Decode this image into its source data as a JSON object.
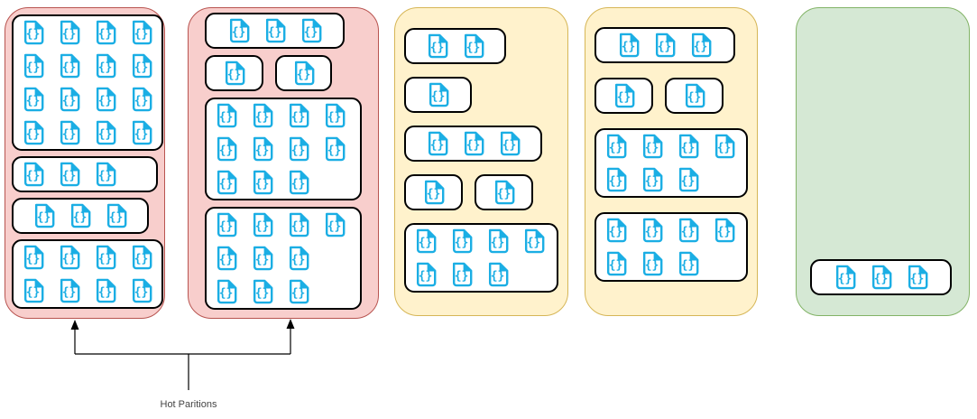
{
  "annotation": {
    "label": "Hot Paritions"
  },
  "icon": {
    "name": "json-document-icon",
    "glyph": "{}"
  },
  "colors": {
    "background": "#ffffff",
    "pink_fill": "#F8CECC",
    "pink_stroke": "#B85450",
    "yellow_fill": "#FFF2CC",
    "yellow_stroke": "#D6B656",
    "green_fill": "#D5E8D4",
    "green_stroke": "#82B366",
    "box_stroke": "#000000",
    "icon": "#1BAEE4",
    "line": "#000000",
    "label": "#444444"
  },
  "partitions": [
    {
      "name": "partition-1",
      "theme": "pink",
      "hot": true,
      "rows": [
        {
          "boxes": [
            {
              "icon_rows": [
                4,
                4,
                4,
                4
              ]
            }
          ]
        },
        {
          "boxes": [
            {
              "icon_rows": [
                3
              ]
            }
          ]
        },
        {
          "boxes": [
            {
              "icon_rows": [
                3
              ],
              "w": 152
            }
          ]
        },
        {
          "boxes": [
            {
              "icon_rows": [
                4,
                4
              ]
            }
          ]
        }
      ]
    },
    {
      "name": "partition-2",
      "theme": "pink",
      "hot": true,
      "rows": [
        {
          "boxes": [
            {
              "icon_rows": [
                3
              ],
              "w": 155
            }
          ]
        },
        {
          "boxes": [
            {
              "icon_rows": [
                1
              ],
              "w": 65
            },
            {
              "icon_rows": [
                1
              ],
              "w": 63
            }
          ]
        },
        {
          "boxes": [
            {
              "icon_rows": [
                4,
                4,
                3
              ]
            }
          ]
        },
        {
          "boxes": [
            {
              "icon_rows": [
                4,
                3,
                3
              ]
            }
          ]
        }
      ]
    },
    {
      "name": "partition-3",
      "theme": "yellow",
      "hot": false,
      "rows": [
        {
          "boxes": [
            {
              "icon_rows": [
                2
              ],
              "w": 113
            }
          ]
        },
        {
          "boxes": [
            {
              "icon_rows": [
                1
              ],
              "w": 75
            }
          ]
        },
        {
          "boxes": [
            {
              "icon_rows": [
                3
              ],
              "w": 153
            }
          ]
        },
        {
          "boxes": [
            {
              "icon_rows": [
                1
              ],
              "w": 65
            },
            {
              "icon_rows": [
                1
              ],
              "w": 65
            }
          ]
        },
        {
          "boxes": [
            {
              "icon_rows": [
                4,
                3
              ]
            }
          ]
        }
      ]
    },
    {
      "name": "partition-4",
      "theme": "yellow",
      "hot": false,
      "rows": [
        {
          "boxes": [
            {
              "icon_rows": [
                3
              ],
              "w": 156
            }
          ]
        },
        {
          "boxes": [
            {
              "icon_rows": [
                1
              ],
              "w": 65
            },
            {
              "icon_rows": [
                1
              ],
              "w": 65
            }
          ]
        },
        {
          "boxes": [
            {
              "icon_rows": [
                4,
                3
              ]
            }
          ]
        },
        {
          "boxes": [
            {
              "icon_rows": [
                4,
                3
              ]
            }
          ]
        }
      ]
    },
    {
      "name": "partition-5",
      "theme": "green",
      "hot": false,
      "rows": [
        {
          "boxes": [
            {
              "icon_rows": [
                3
              ],
              "w": 157
            }
          ]
        }
      ]
    }
  ]
}
